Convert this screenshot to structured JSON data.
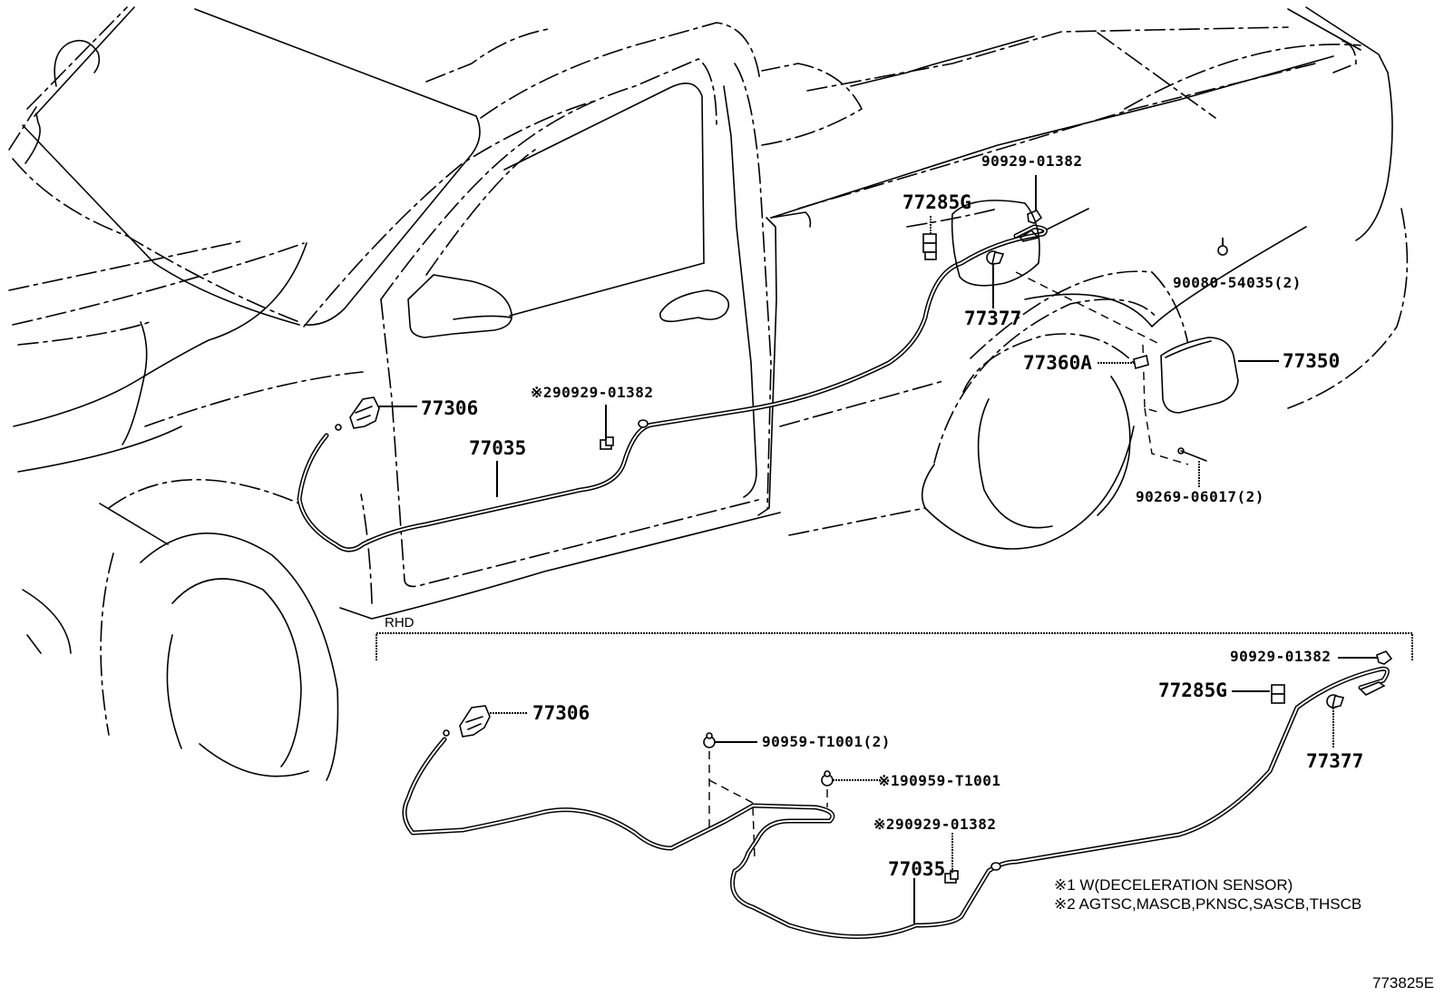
{
  "diagram": {
    "title": "Fuel lid & lock cable parts diagram",
    "figure_id": "773825E",
    "section_label": "RHD",
    "main_view_labels": {
      "p77306": "77306",
      "p77035": "77035",
      "clamp_note2": "※290929-01382",
      "clamp_top": "90929-01382",
      "p77285G": "77285G",
      "p77377": "77377",
      "p90080": "90080-54035(2)",
      "p77360A": "77360A",
      "p77350": "77350",
      "p90269": "90269-06017(2)"
    },
    "rhd_view_labels": {
      "p77306": "77306",
      "p90959": "90959-T1001(2)",
      "p90959_note1": "※190959-T1001",
      "clamp_note2": "※290929-01382",
      "p77035": "77035",
      "clamp_top": "90929-01382",
      "p77285G": "77285G",
      "p77377": "77377"
    },
    "notes": [
      "※1 W(DECELERATION SENSOR)",
      "※2 AGTSC,MASCB,PKNSC,SASCB,THSCB"
    ]
  }
}
